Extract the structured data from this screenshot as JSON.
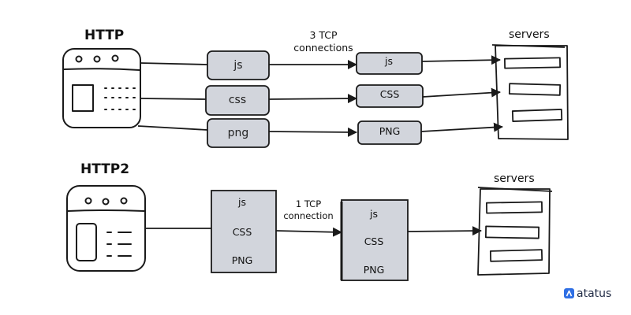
{
  "http1": {
    "title": "HTTP",
    "client_resources": [
      "js",
      "css",
      "png"
    ],
    "connection_label": "3 TCP\nconnections",
    "server_resources": [
      "js",
      "CSS",
      "PNG"
    ],
    "servers_label": "servers"
  },
  "http2": {
    "title": "HTTP2",
    "client_bundle": [
      "js",
      "CSS",
      "PNG"
    ],
    "connection_label": "1 TCP\nconnection",
    "server_bundle": [
      "js",
      "CSS",
      "PNG"
    ],
    "servers_label": "servers"
  },
  "brand": {
    "name": "atatus"
  },
  "colors": {
    "box_fill": "#d2d5dc",
    "stroke": "#1a1a1a",
    "brand": "#2f6fe4"
  }
}
